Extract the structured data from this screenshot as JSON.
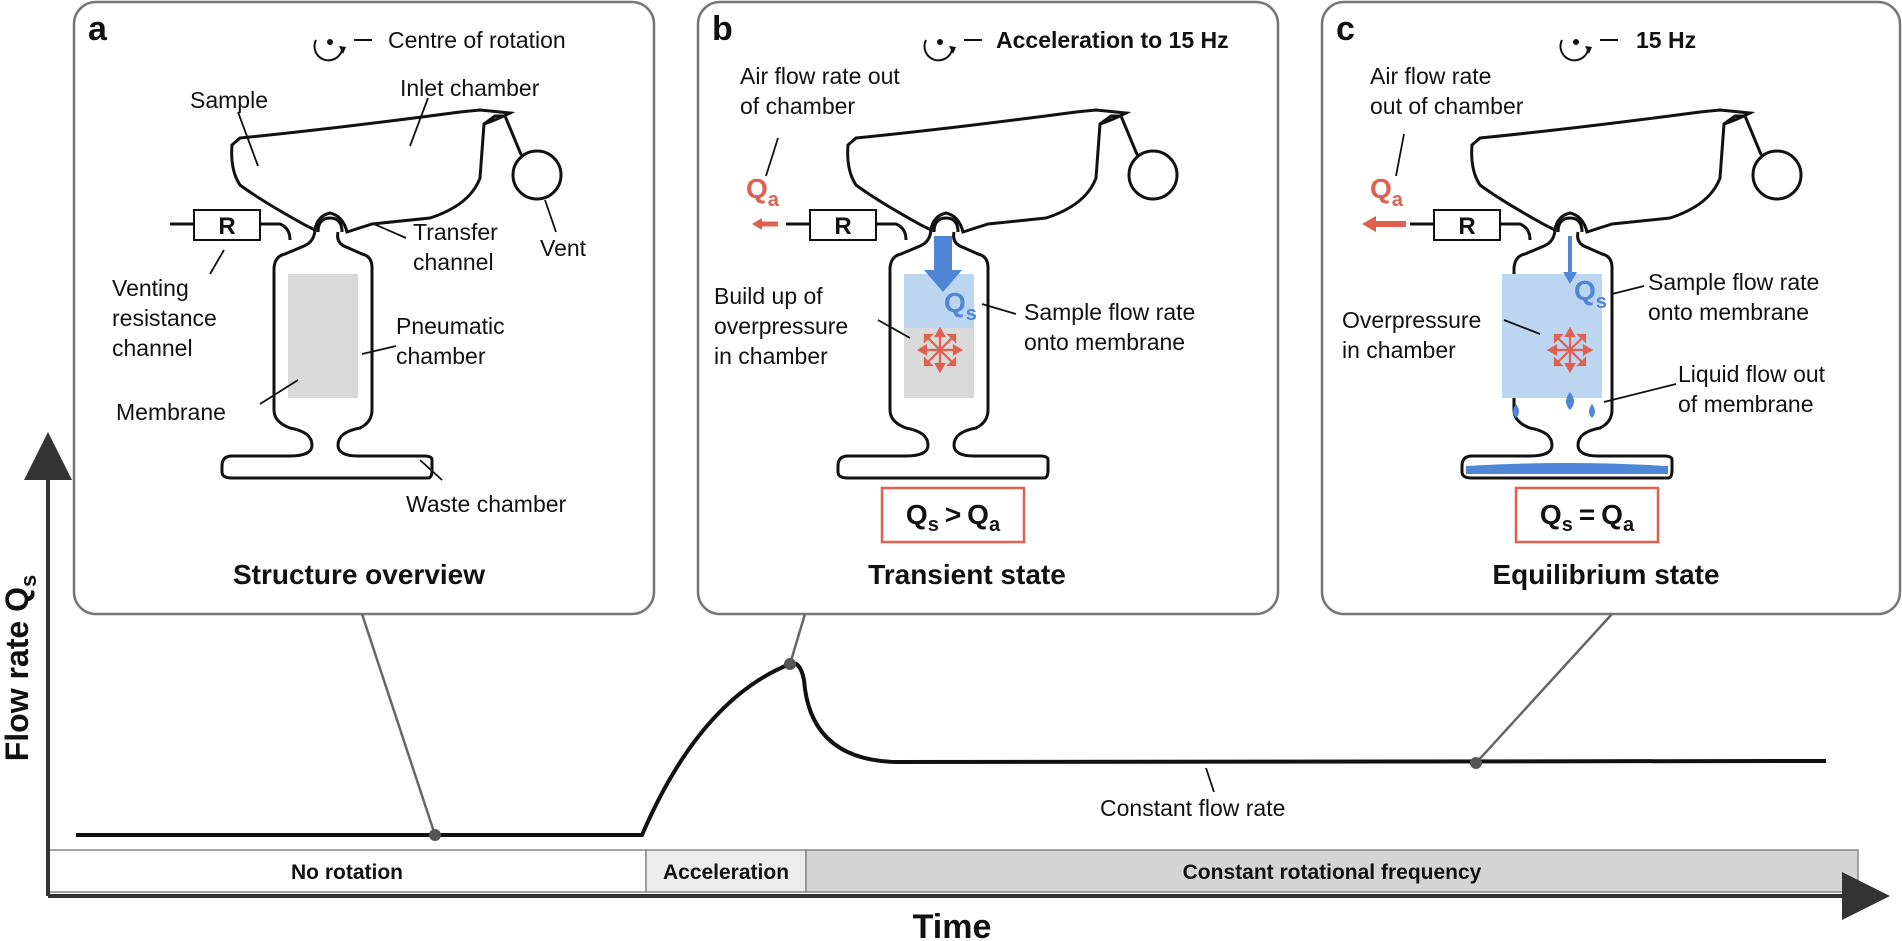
{
  "panels": [
    {
      "letter": "a",
      "title": "Structure overview",
      "rotation_label": "Centre of rotation",
      "labels": {
        "sample": "Sample",
        "inlet": "Inlet chamber",
        "transfer1": "Transfer",
        "transfer2": "channel",
        "vent": "Vent",
        "venting1": "Venting",
        "venting2": "resistance",
        "venting3": "channel",
        "pneumatic1": "Pneumatic",
        "pneumatic2": "chamber",
        "membrane": "Membrane",
        "waste": "Waste chamber",
        "resistor": "R"
      }
    },
    {
      "letter": "b",
      "title": "Transient state",
      "rotation_label": "Acceleration to 15 Hz",
      "labels": {
        "air1": "Air flow rate out",
        "air2": "of chamber",
        "buildup1": "Build up of",
        "buildup2": "overpressure",
        "buildup3": "in chamber",
        "sampleflow1": "Sample flow rate",
        "sampleflow2": "onto membrane",
        "resistor": "R"
      },
      "equation": {
        "left": "Q",
        "left_sub": "s",
        "op": ">",
        "right": "Q",
        "right_sub": "a"
      }
    },
    {
      "letter": "c",
      "title": "Equilibrium state",
      "rotation_label": "15 Hz",
      "labels": {
        "air1": "Air flow rate",
        "air2": "out of chamber",
        "over1": "Overpressure",
        "over2": "in chamber",
        "sampleflow1": "Sample flow rate",
        "sampleflow2": "onto membrane",
        "liquid1": "Liquid flow out",
        "liquid2": "of membrane",
        "resistor": "R"
      },
      "equation": {
        "left": "Q",
        "left_sub": "s",
        "op": "=",
        "right": "Q",
        "right_sub": "a"
      }
    }
  ],
  "symbols": {
    "qa": "Q",
    "qa_sub": "a",
    "qs": "Q",
    "qs_sub": "s"
  },
  "plot": {
    "ylabel": "Flow rate Q",
    "ylabel_sub": "s",
    "xlabel": "Time",
    "curve_label": "Constant flow rate",
    "phases": [
      "No rotation",
      "Acceleration",
      "Constant rotational frequency"
    ]
  },
  "colors": {
    "sample_blue": "#4f86d6",
    "light_blue": "#bcd5f0",
    "red": "#e06050",
    "membrane_gray": "#d9d9d9",
    "phase_gray": "#d4d4d4"
  }
}
